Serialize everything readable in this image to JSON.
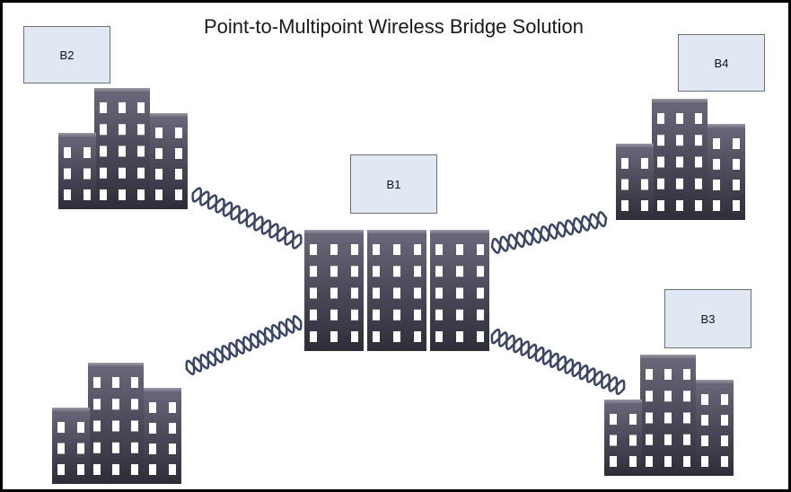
{
  "title": "Point-to-Multipoint Wireless Bridge Solution",
  "labels": {
    "b1": "B1",
    "b2": "B2",
    "b3": "B3",
    "b4": "B4"
  },
  "colors": {
    "building_dark": "#3d3d4d",
    "building_face": "#555566",
    "window": "#ffffff",
    "label_fill": "#dfe8f3",
    "signal": "#3b4666"
  }
}
